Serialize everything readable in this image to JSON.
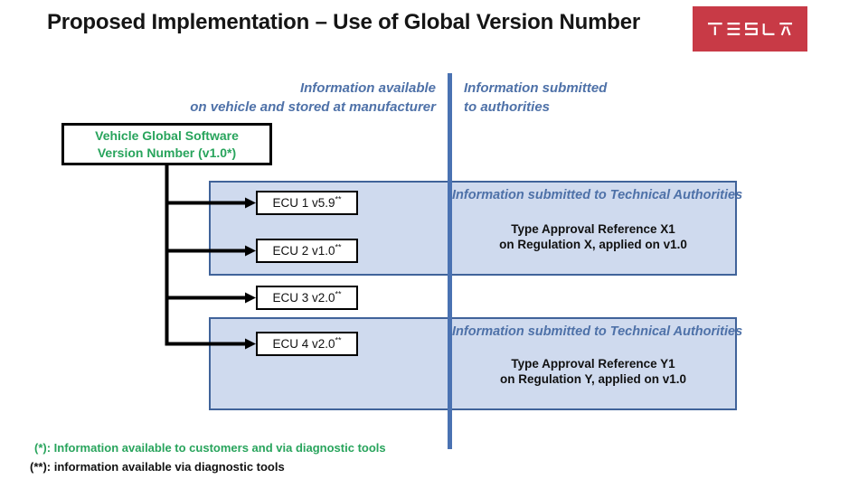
{
  "slide": {
    "title": "Proposed Implementation – Use of Global Version Number",
    "logo_text": "TESLA",
    "colors": {
      "tesla_red": "#C83A46",
      "header_blue": "#4E71A8",
      "divider_blue": "#4A72B2",
      "box_border_blue": "#40639A",
      "box_fill_blue": "#CFDAEE",
      "green": "#28A45C",
      "connector_black": "#000000"
    }
  },
  "columns": {
    "left_line1": "Information available",
    "left_line2": "on vehicle and stored at manufacturer",
    "right_line1": "Information submitted",
    "right_line2": "to authorities"
  },
  "vehicle_box": {
    "line1": "Vehicle Global Software",
    "line2": "Version Number (v1.0*)"
  },
  "ecus": [
    {
      "label": "ECU 1 v5.9",
      "sup": "**"
    },
    {
      "label": "ECU 2 v1.0",
      "sup": "**"
    },
    {
      "label": "ECU 3 v2.0",
      "sup": "**"
    },
    {
      "label": "ECU 4 v2.0",
      "sup": "**"
    }
  ],
  "submissions": [
    {
      "header": "Information submitted to Technical Authorities",
      "line1": "Type Approval Reference X1",
      "line2": "on Regulation X, applied on v1.0"
    },
    {
      "header": "Information submitted to Technical Authorities",
      "line1": "Type Approval Reference Y1",
      "line2": "on Regulation Y, applied on v1.0"
    }
  ],
  "footnotes": {
    "first": "(*): Information available to customers and via diagnostic tools",
    "second": "(**): information available via diagnostic tools"
  }
}
